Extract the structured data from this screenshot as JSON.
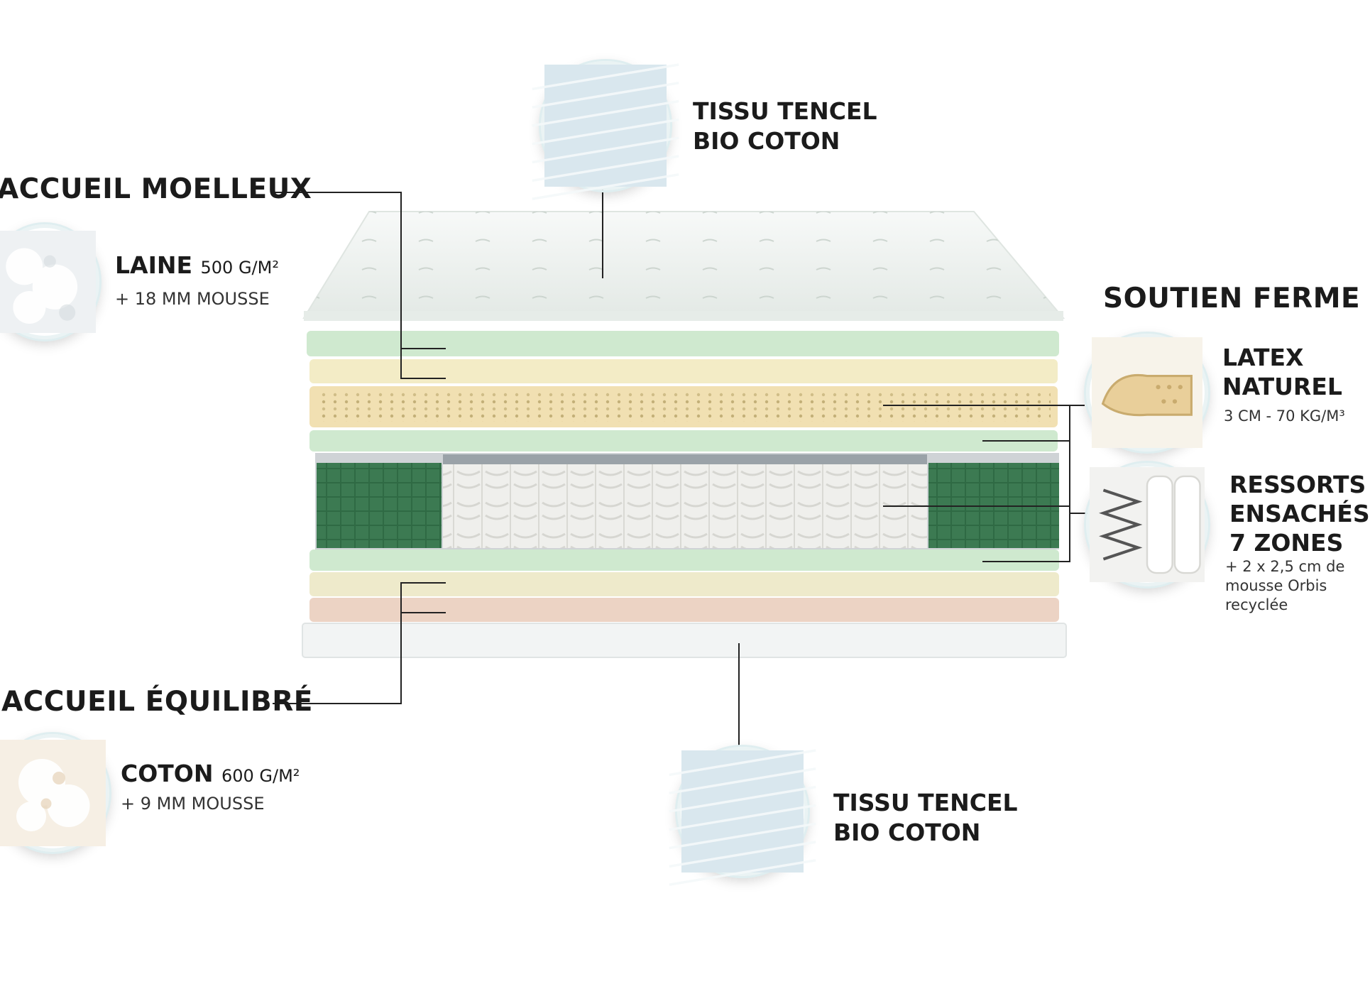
{
  "sections": {
    "soft_comfort": {
      "heading": "ACCUEIL MOELLEUX",
      "material": "LAINE",
      "material_unit": "500 G/M²",
      "detail": "+ 18 MM MOUSSE"
    },
    "balanced_comfort": {
      "heading": "ACCUEIL ÉQUILIBRÉ",
      "material": "COTON",
      "material_unit": "600 G/M²",
      "detail": "+ 9 MM MOUSSE"
    },
    "top_fabric": {
      "line1": "TISSU TENCEL",
      "line2": "BIO COTON"
    },
    "bottom_fabric": {
      "line1": "TISSU TENCEL",
      "line2": "BIO COTON"
    },
    "firm_support": {
      "heading": "SOUTIEN FERME",
      "latex": {
        "line1": "LATEX",
        "line2": "NATUREL",
        "detail": "3 CM - 70 KG/M³"
      },
      "springs": {
        "line1": "RESSORTS",
        "line2": "ENSACHÉS",
        "line3": "7 ZONES",
        "detail1": "+ 2 x 2,5 cm de",
        "detail2": "mousse Orbis",
        "detail3": "recyclée"
      }
    }
  },
  "colors": {
    "text": "#1b1b1b",
    "green_foam": "#cfe9cf",
    "cream_foam": "#f3ecc6",
    "latex": "#f1e0b2",
    "dark_green_block": "#2f6a44",
    "pink_foam": "#ecd3c4",
    "quilt_top": "#f3f6f4"
  }
}
